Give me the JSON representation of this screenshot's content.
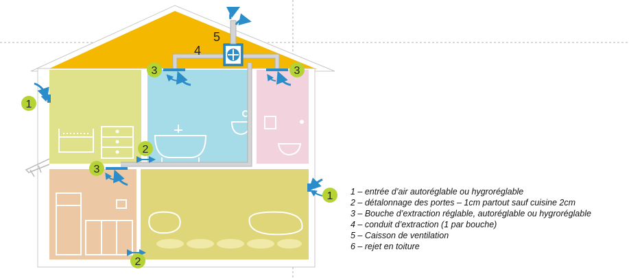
{
  "labels": {
    "air_inlet": "1",
    "door_gap": "2",
    "exhaust_grille": "3",
    "duct": "4",
    "fan_box": "5"
  },
  "legend": [
    "1 – entrée d’air autoréglable ou hygroréglable",
    "2 – détalonnage des portes – 1cm partout sauf cuisine 2cm",
    "3 – Bouche d’extraction réglable, autoréglable ou hygroréglable",
    "4 – conduit d’extraction (1 par bouche)",
    "5 – Caisson de ventilation",
    "6 – rejet en toiture"
  ],
  "colors": {
    "roof": "#f5b800",
    "bedroom": "#dfe28a",
    "bathroom": "#a6dbe8",
    "wc": "#f2d3dd",
    "kitchen": "#ecc8a4",
    "living": "#dfd679",
    "badge": "#b6d335",
    "arrow": "#2a8cc8",
    "duct": "#d4d4d4"
  }
}
